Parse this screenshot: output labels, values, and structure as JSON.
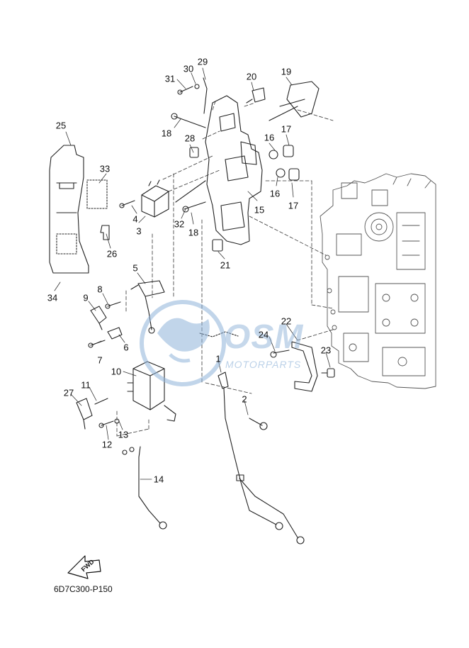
{
  "diagram": {
    "code": "6D7C300-P150",
    "fwd_label": "FWD"
  },
  "callouts": [
    {
      "id": "c1",
      "label": "1"
    },
    {
      "id": "c2",
      "label": "2"
    },
    {
      "id": "c3",
      "label": "3"
    },
    {
      "id": "c4",
      "label": "4"
    },
    {
      "id": "c5",
      "label": "5"
    },
    {
      "id": "c6",
      "label": "6"
    },
    {
      "id": "c7",
      "label": "7"
    },
    {
      "id": "c8",
      "label": "8"
    },
    {
      "id": "c9",
      "label": "9"
    },
    {
      "id": "c10",
      "label": "10"
    },
    {
      "id": "c11",
      "label": "11"
    },
    {
      "id": "c12",
      "label": "12"
    },
    {
      "id": "c13",
      "label": "13"
    },
    {
      "id": "c14",
      "label": "14"
    },
    {
      "id": "c15",
      "label": "15"
    },
    {
      "id": "c16a",
      "label": "16"
    },
    {
      "id": "c16b",
      "label": "16"
    },
    {
      "id": "c17a",
      "label": "17"
    },
    {
      "id": "c17b",
      "label": "17"
    },
    {
      "id": "c18a",
      "label": "18"
    },
    {
      "id": "c18b",
      "label": "18"
    },
    {
      "id": "c19",
      "label": "19"
    },
    {
      "id": "c20",
      "label": "20"
    },
    {
      "id": "c21",
      "label": "21"
    },
    {
      "id": "c22",
      "label": "22"
    },
    {
      "id": "c23",
      "label": "23"
    },
    {
      "id": "c24",
      "label": "24"
    },
    {
      "id": "c25",
      "label": "25"
    },
    {
      "id": "c26",
      "label": "26"
    },
    {
      "id": "c27",
      "label": "27"
    },
    {
      "id": "c28",
      "label": "28"
    },
    {
      "id": "c29",
      "label": "29"
    },
    {
      "id": "c30",
      "label": "30"
    },
    {
      "id": "c31",
      "label": "31"
    },
    {
      "id": "c32",
      "label": "32"
    },
    {
      "id": "c33",
      "label": "33"
    },
    {
      "id": "c34",
      "label": "34"
    }
  ],
  "watermark": {
    "brand": "OSM",
    "tagline": "MOTORPARTS",
    "color": "#8fb3d9"
  }
}
